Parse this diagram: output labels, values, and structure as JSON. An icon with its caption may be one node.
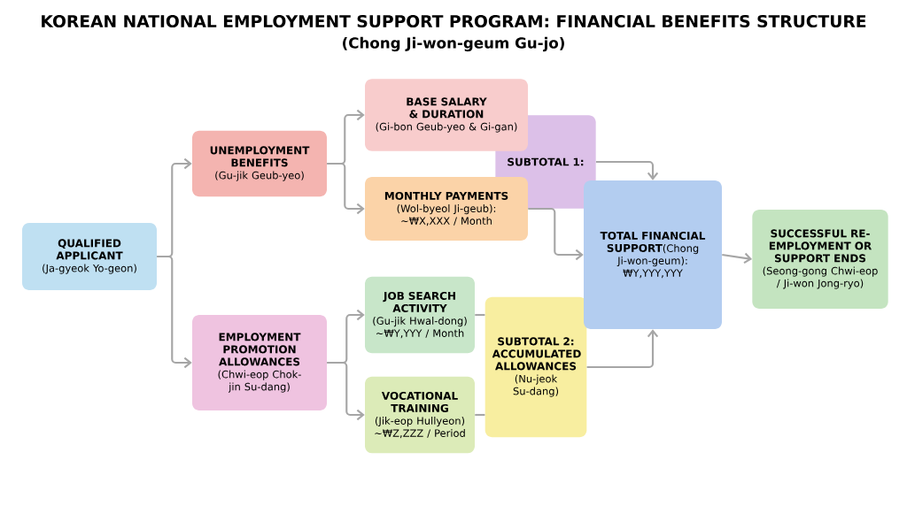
{
  "diagram": {
    "title": "KOREAN NATIONAL EMPLOYMENT SUPPORT PROGRAM: FINANCIAL BENEFITS STRUCTURE",
    "nodes": [
      {
        "text": [
          "QUALIFIED APPLICANT",
          "(Ja-gyeok Yo-geon)"
        ]
      },
      {
        "text": [
          "UNEMPLOYMENT BENEFITS",
          "(Gu-jik Geub-yeo)"
        ]
      },
      {
        "text": [
          "BASE SALARY & DURATION",
          "(Gi-bon Geub-yeo & Gi-gan)"
        ]
      },
      {
        "text": [
          "SUBTOTAL 1:"
        ]
      },
      {
        "text": [
          "MONTHLY PAYMENTS",
          "(Wol-byeol Ji-geub): ~₩X,XXX / Month"
        ]
      },
      {
        "text": [
          "EMPLOYMENT PROMOTION ALLOWANCES",
          "(Chwi-eop Chok-jin Su-dang)"
        ]
      },
      {
        "text": [
          "JOB SEARCH ACTIVITY",
          "(Gu-jik Hwal-dong) ~₩Y,YYY / Month"
        ]
      },
      {
        "text": [
          "SUBTOTAL 2: ACCUMULATED ALLOWANCES",
          "(Nu-jeok Su-dang)"
        ]
      },
      {
        "text": [
          "VOCATIONAL TRAINING",
          "(Jik-eop Hullyeon) ~₩Z,ZZZ / Period"
        ]
      },
      {
        "text": [
          "TOTAL FINANCIAL SUPPORT",
          "(Chong Ji-won-geum): ₩Y,YYY,YYY"
        ]
      },
      {
        "text": [
          "SUCCESSFUL RE-EMPLOYMENT OR SUPPORT ENDS",
          "(Seong-gong Chwi-eop / Ji-won Jong-ryo)"
        ]
      }
    ],
    "edges": [
      {
        "from": 0,
        "to": 1,
        "arrow": "to"
      },
      {
        "from": 0,
        "to": 5,
        "arrow": "to"
      },
      {
        "from": 1,
        "to": 2,
        "arrow": "to"
      },
      {
        "from": 1,
        "to": 4,
        "arrow": "to"
      },
      {
        "from": 3,
        "to": 9,
        "arrow": "to"
      },
      {
        "from": 4,
        "to": 9,
        "arrow": "to"
      },
      {
        "from": 5,
        "to": 6,
        "arrow": "to"
      },
      {
        "from": 5,
        "to": 8,
        "arrow": "to"
      },
      {
        "from": 6,
        "to": 7,
        "arrow": "none"
      },
      {
        "from": 8,
        "to": 7,
        "arrow": "none"
      },
      {
        "from": 7,
        "to": 9,
        "arrow": "to"
      },
      {
        "from": 9,
        "to": 10,
        "arrow": "to"
      }
    ],
    "labels": [
      "(Chong Ji-won-geum Gu-jo)"
    ]
  }
}
